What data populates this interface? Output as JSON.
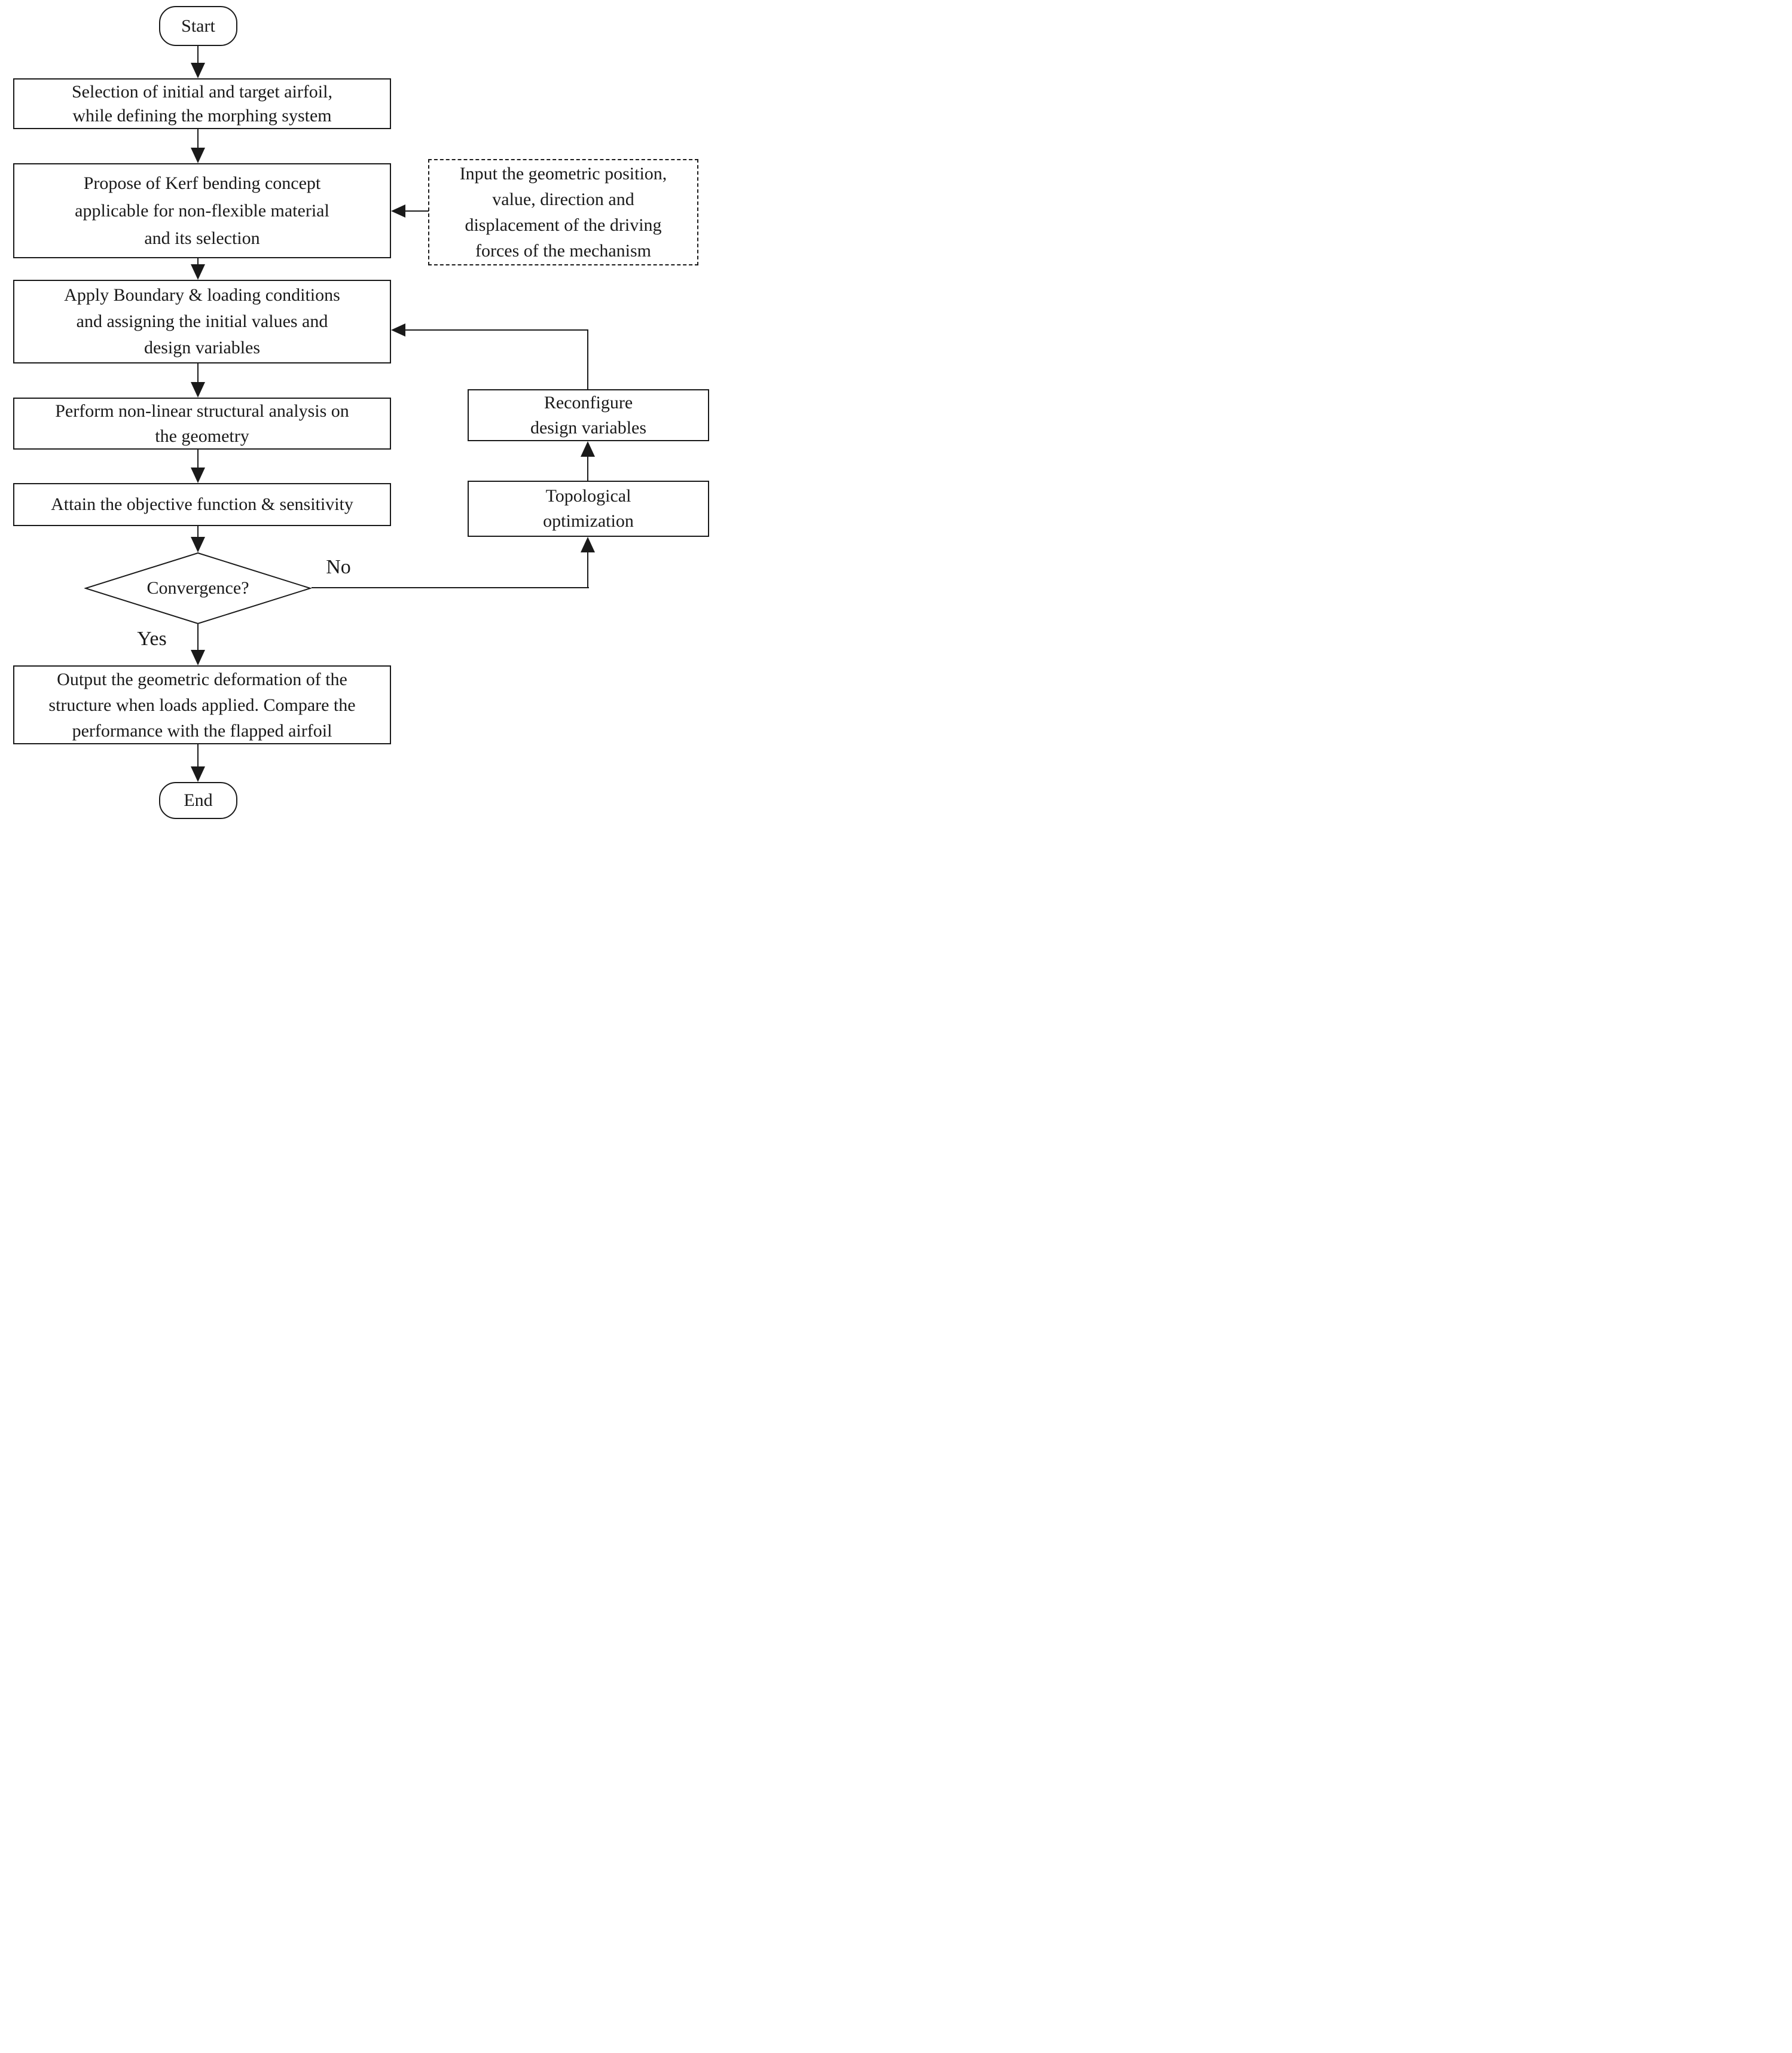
{
  "flowchart": {
    "start": {
      "label": "Start"
    },
    "select_airfoil": {
      "lines": [
        "Selection of initial and target airfoil,",
        "while defining the morphing system"
      ]
    },
    "kerf_concept": {
      "lines": [
        "Propose of Kerf bending concept",
        "applicable for non-flexible material",
        "and its selection"
      ]
    },
    "input_forces": {
      "lines": [
        "Input the geometric position,",
        "value, direction and",
        "displacement of the driving",
        "forces of the mechanism"
      ]
    },
    "boundary_conditions": {
      "lines": [
        "Apply Boundary & loading conditions",
        "and assigning the initial values and",
        "design variables"
      ]
    },
    "structural_analysis": {
      "lines": [
        "Perform non-linear structural analysis on",
        "the geometry"
      ]
    },
    "objective_function": {
      "lines": [
        "Attain the objective function & sensitivity"
      ]
    },
    "convergence": {
      "label": "Convergence?"
    },
    "branch_no": "No",
    "branch_yes": "Yes",
    "reconfigure": {
      "lines": [
        "Reconfigure",
        "design variables"
      ]
    },
    "topological": {
      "lines": [
        "Topological",
        "optimization"
      ]
    },
    "output_result": {
      "lines": [
        "Output the geometric deformation of the",
        "structure when loads applied. Compare the",
        "performance with the flapped airfoil"
      ]
    },
    "end": {
      "label": "End"
    }
  },
  "colors": {
    "ink": "#1a1a1a",
    "background": "#ffffff"
  }
}
